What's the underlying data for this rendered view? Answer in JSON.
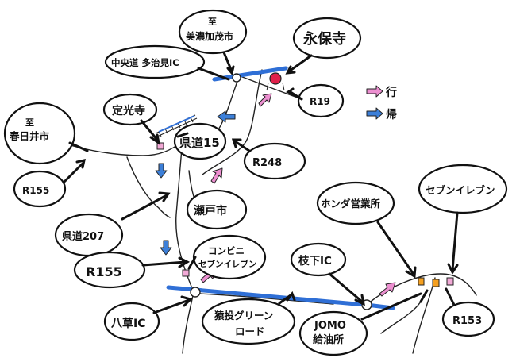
{
  "labels": {
    "eihoji": "永保寺",
    "to_minokamo_1": "至",
    "to_minokamo_2": "美濃加茂市",
    "ic_tajimi": "中央道 多治見IC",
    "r19": "R19",
    "legend_go": "行",
    "legend_back": "帰",
    "to_kasugai_1": "至",
    "to_kasugai_2": "春日井市",
    "joko_ji": "定光寺",
    "pref15": "県道15",
    "r248": "R248",
    "r155_a": "R155",
    "seto": "瀬戸市",
    "pref207": "県道207",
    "conv_1": "コンビニ",
    "conv_2": "セブンイレブン",
    "r155_b": "R155",
    "yakusa_ic": "八草IC",
    "green_road_1": "猿投グリーン",
    "green_road_2": "ロード",
    "jomo_1": "JOMO",
    "jomo_2": "給油所",
    "edashita_ic": "枝下IC",
    "honda": "ホンダ営業所",
    "seven": "セブンイレブン",
    "r153": "R153"
  },
  "colors": {
    "go_arrow": "#ec8fd0",
    "back_arrow": "#3c7fd8",
    "road_blue": "#2f6fd6",
    "marker_pink": "#f2a9d6",
    "marker_orange": "#f5a020",
    "dot_red": "#e0204a"
  }
}
